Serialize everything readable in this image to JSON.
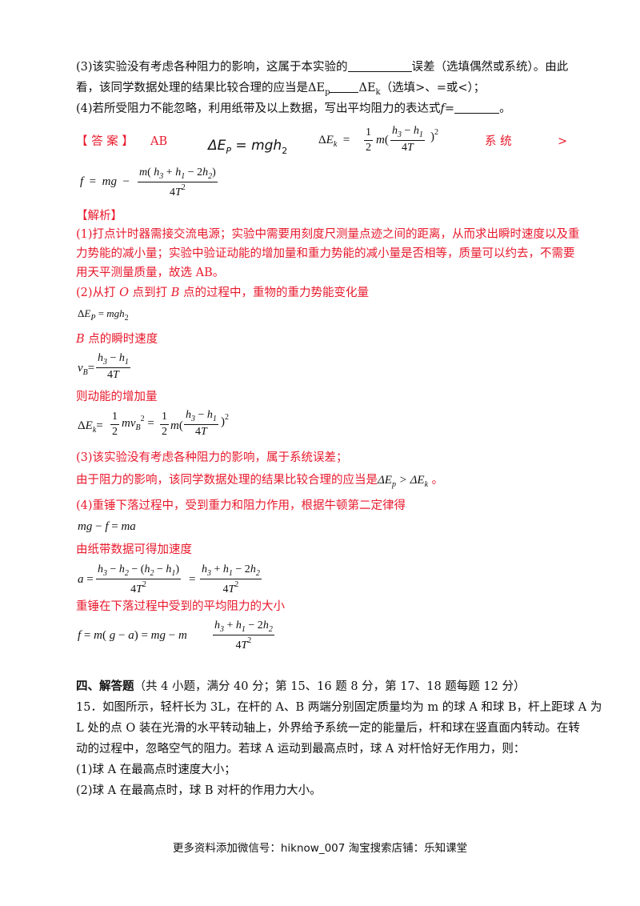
{
  "q3_line1_a": "(3)该实验没有考虑各种阻力的影响，这属于本实验的",
  "q3_line1_b": "误差（选填偶然或系统）。由此",
  "q3_line2_a": "看，该同学数据处理的结果比较合理的应当是ΔE",
  "q3_line2_b": "ΔE",
  "q3_line2_c": "（选填>、=或<）；",
  "q4_line": "(4)若所受阻力不能忽略，利用纸带及以上数据，写出平均阻力的表达式",
  "q4_f": "f",
  "q4_eq": "=",
  "answer_label": "【 答 案 】",
  "answer_ab": "AB",
  "answer_system": "系  统",
  "answer_gt": ">",
  "analysis_label": "【解析】",
  "exp1_line1": "(1)打点计时器需接交流电源；实验中需要用刻度尺测量点迹之间的距离，从而求出瞬时速度以及重",
  "exp1_line2": "力势能的减小量；实验中验证动能的增加量和重力势能的减小量是否相等，质量可以约去，不需要",
  "exp1_line3": "用天平测量质量，故选 AB。",
  "exp2_line1_a": "(2)从打 ",
  "exp2_line1_o": "O",
  "exp2_line1_b": " 点到打 ",
  "exp2_line1_B": "B",
  "exp2_line1_c": " 点的过程中，重物的重力势能变化量",
  "exp2_B": "B",
  "exp2_vb_label": " 点的瞬时速度",
  "exp2_ke_label": "则动能的增加量",
  "exp3_line1": "(3)该实验没有考虑各种阻力的影响，属于系统误差；",
  "exp3_line2": "由于阻力的影响，该同学数据处理的结果比较合理的应当是",
  "exp4_line1": "(4)重锤下落过程中，受到重力和阻力作用，根据牛顿第二定律得",
  "exp4_line2": "由纸带数据可得加速度",
  "exp4_line3": "重锤在下落过程中受到的平均阻力的大小",
  "section_title": "四、解答题",
  "section_note": "（共 4 小题，满分 40 分；第 15、16 题 8 分，第 17、18 题每题 12 分）",
  "q15_line1": "15．如图所示，轻杆长为 3L，在杆的 A、B 两端分别固定质量均为 m 的球 A 和球 B，杆上距球 A 为",
  "q15_line2": "L 处的点 O 装在光滑的水平转动轴上，外界给予系统一定的能量后，杆和球在竖直面内转动。在转",
  "q15_line3": "动的过程中，忽略空气的阻力。若球 A 运动到最高点时，球 A 对杆恰好无作用力，则：",
  "q15_sub1": "(1)球 A 在最高点时速度大小；",
  "q15_sub2": "(2)球 A 在最高点时，球 B 对杆的作用力大小。",
  "footer": "更多资料添加微信号：hiknow_007   淘宝搜索店铺：乐知课堂"
}
